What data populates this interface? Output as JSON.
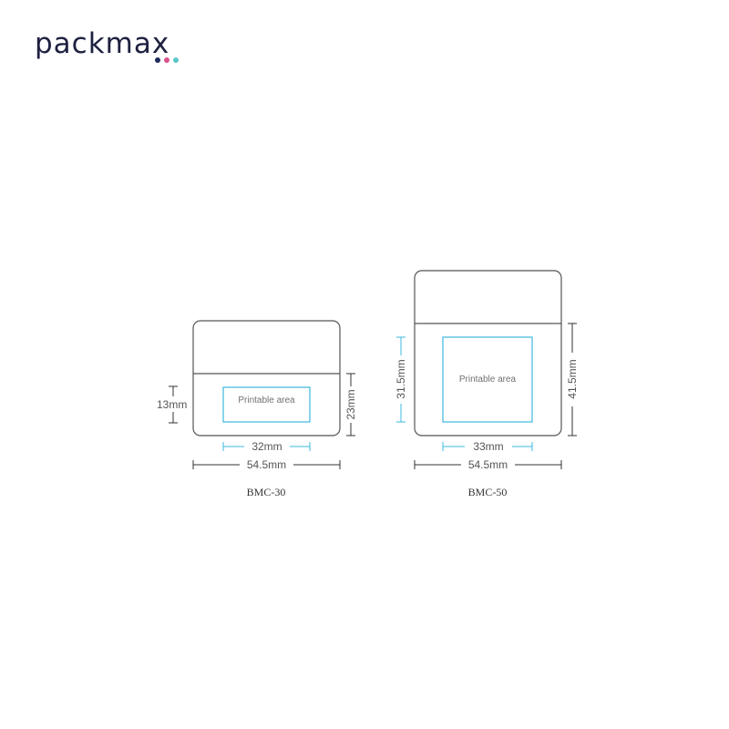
{
  "brand": {
    "name": "packmax",
    "dots": [
      "#1e2a5a",
      "#d9538b",
      "#5bc8c8"
    ]
  },
  "colors": {
    "outline": "#555555",
    "dimension": "#333333",
    "printable": "#3cb8e0"
  },
  "products": [
    {
      "model": "BMC-30",
      "printable_label": "Printable area",
      "printable_width": "32mm",
      "total_width": "54.5mm",
      "printable_height": "13mm",
      "body_height": "23mm"
    },
    {
      "model": "BMC-50",
      "printable_label": "Printable area",
      "printable_width": "33mm",
      "total_width": "54.5mm",
      "printable_height": "31.5mm",
      "body_height": "41.5mm"
    }
  ]
}
